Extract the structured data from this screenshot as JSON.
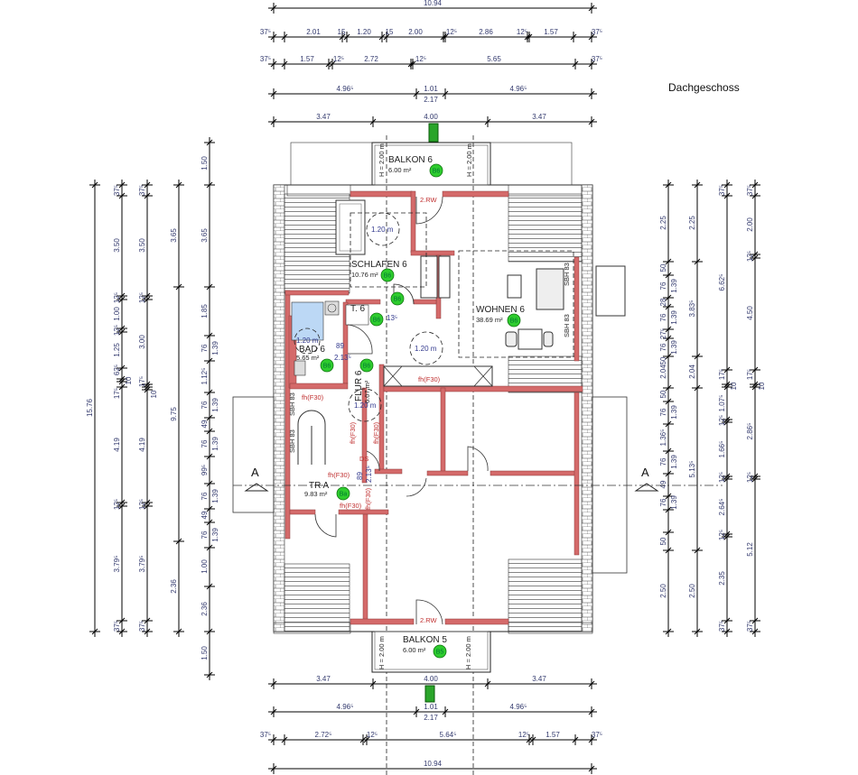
{
  "title": "Dachgeschoss",
  "colors": {
    "wall": "#d46a6a",
    "badge": "#2ecc2e",
    "dimension_text": "#333a6e",
    "fire_label": "#c03030",
    "bath_tile": "#bcd8f5"
  },
  "dims_top": {
    "total": "10.94",
    "row1": [
      "37⁵",
      "2.01",
      "15",
      "1.20",
      "15",
      "2.00",
      "12⁵",
      "2.86",
      "12⁵",
      "1.57",
      "37⁵"
    ],
    "row2": [
      "37⁵",
      "1.57",
      "12⁵",
      "2.72",
      "12⁵",
      "5.65",
      "37⁵"
    ],
    "row3": [
      "4.96⁵",
      "1.01",
      "2.17",
      "4.96⁵"
    ],
    "row4": [
      "3.47",
      "4.00",
      "3.47"
    ]
  },
  "dims_bottom": {
    "row1": [
      "3.47",
      "4.00",
      "3.47"
    ],
    "row2": [
      "4.96⁵",
      "1.01",
      "2.17",
      "4.96⁵"
    ],
    "row3": [
      "37⁵",
      "2.72⁵",
      "12⁵",
      "5.64⁵",
      "12⁵",
      "1.57",
      "37⁵"
    ],
    "total": "10.94"
  },
  "dims_left": {
    "total": "15.76",
    "col1": [
      "37⁵",
      "3.50",
      "12⁵",
      "1.00",
      "12⁵",
      "1.25",
      "62⁵",
      "10",
      "17⁵",
      "4.19",
      "12⁵",
      "3.79⁵",
      "37⁵"
    ],
    "col2": [
      "37⁵",
      "3.50",
      "12⁵",
      "3.00",
      "17⁵",
      "10",
      "4.19",
      "12⁵",
      "3.79⁵",
      "37⁵"
    ],
    "col3": [
      "3.65",
      "9.75",
      "2.36"
    ],
    "col4": [
      "1.50",
      "3.65",
      "1.85",
      "76",
      "1.39",
      "1.12⁵",
      "76",
      "1.39",
      "49",
      "76",
      "1.39",
      "99⁵",
      "76",
      "1.39",
      "49",
      "76",
      "1.39",
      "1.00",
      "2.36",
      "1.50"
    ]
  },
  "dims_right": {
    "col1": [
      "2.25",
      "50",
      "76",
      "1.39",
      "28",
      "76",
      "1.39",
      "27⁵",
      "76",
      "1.39",
      "50",
      "2.04",
      "50",
      "76",
      "1.39",
      "1.36⁵",
      "76",
      "1.39",
      "49",
      "76",
      "1.39",
      "50",
      "2.50"
    ],
    "col2": [
      "2.25",
      "3.83⁵",
      "2.04",
      "5.13⁵",
      "2.50"
    ],
    "col3": [
      "37⁵",
      "6.62⁵",
      "17⁵",
      "10",
      "1.07⁵",
      "12⁵",
      "1.66⁵",
      "12⁵",
      "2.64⁵",
      "12⁵",
      "2.35",
      "37⁵"
    ],
    "col4": [
      "37⁵",
      "2.00",
      "12⁵",
      "4.50",
      "17⁵",
      "10",
      "2.86⁵",
      "12⁵",
      "5.12",
      "37⁵"
    ]
  },
  "rooms": {
    "balkon6": {
      "name": "BALKON 6",
      "area": "6.00 m²",
      "badge": "B6",
      "height": "H = 2.00 m"
    },
    "schlafen6": {
      "name": "SCHLAFEN 6",
      "area": "10.76 m²",
      "badge": "B6"
    },
    "wohnen6": {
      "name": "WOHNEN 6",
      "area": "38.69 m²",
      "badge": "B6"
    },
    "bad6": {
      "name": "BAD 6",
      "area": "5.65 m²",
      "badge": "B6"
    },
    "abst6": {
      "name": "T. 6",
      "area": "",
      "badge": "B6"
    },
    "flur6": {
      "name": "FLUR 6",
      "area": "6.07 m²",
      "badge": "B6"
    },
    "tra": {
      "name": "TR A",
      "area": "9.83 m²",
      "badge": "Ba"
    },
    "balkon5": {
      "name": "BALKON 5",
      "area": "6.00 m²",
      "badge": "B5",
      "height": "H = 2.00 m"
    }
  },
  "labels": {
    "turning_circle": "1.20 m",
    "door_rw": "2.RW",
    "fire_door": "fh(F30)",
    "ds": "DS",
    "door_width": "89",
    "door_height": "2.13⁵",
    "sill": "SBH 83",
    "door_13": "13⁵",
    "section_mark": "A"
  }
}
